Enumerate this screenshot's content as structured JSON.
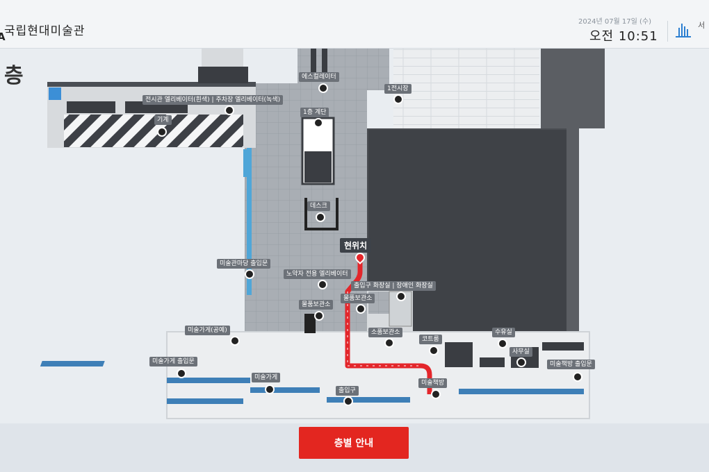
{
  "header": {
    "logo_mark": "A",
    "logo_text": "국립현대미술관",
    "date": "2024년 07월 17일 (수)",
    "time": "오전 10:51",
    "brand_text": "서"
  },
  "floor_label": "층",
  "current_location": "현위치",
  "map_labels": {
    "escalator": "에스컬레이터",
    "exhibition_elevator": "전시관 엘리베이터(흰색) | 주차장 엘리베이터(녹색)",
    "stairs_1f": "1층 계단",
    "exhibition_hall": "1전시장",
    "info_desk": "데스크",
    "art_district_entrance": "미술관마당 출입문",
    "accessible_elevator": "노약자 전용 엘리베이터",
    "restroom": "출입구 화장실 | 장애인 화장실",
    "storage_1": "물품보관소",
    "storage_2": "물품보관소",
    "art_shop_public": "미술가게(공예)",
    "art_shop_entrance": "미술가게 출입문",
    "art_shop": "미술가게",
    "entrance": "출입구",
    "courtyard": "소품보관소",
    "coat_room": "코트룸",
    "nursing_room": "수유실",
    "office": "사무실",
    "book_shop_entrance": "미술책방 출입문",
    "art_book": "미술책방",
    "unknown_small": "기계"
  },
  "floor_button": "층별 안내",
  "colors": {
    "route": "#e3262b",
    "button": "#e32620",
    "dark_block": "#3a3d42",
    "floor_tile": "#a9aeb4"
  }
}
